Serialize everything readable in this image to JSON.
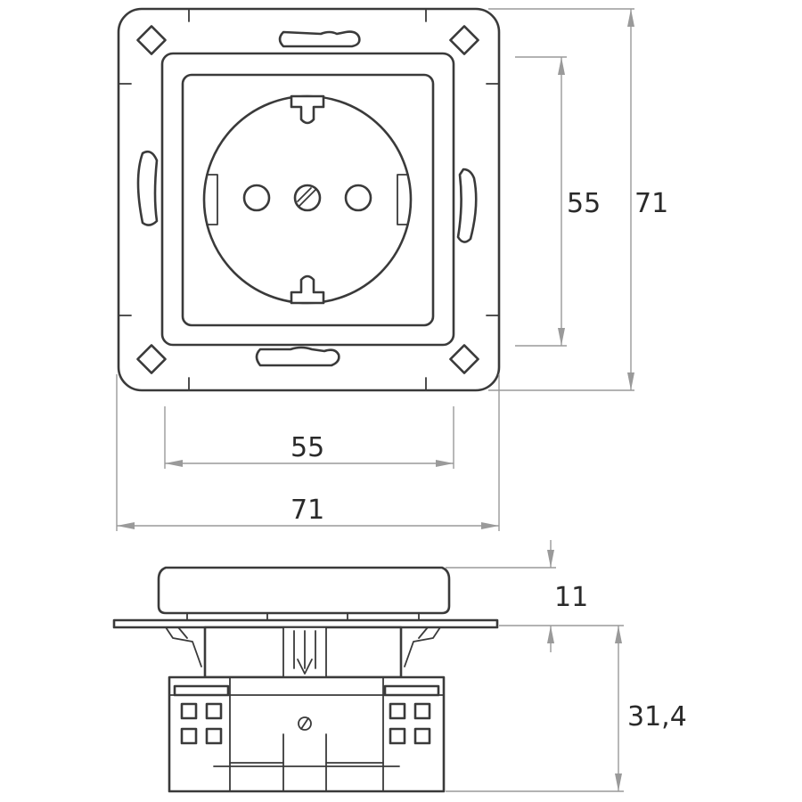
{
  "dimensions": {
    "plate_inner_height": "55",
    "plate_outer_height": "71",
    "plate_inner_width": "55",
    "plate_outer_width": "71",
    "cover_depth": "11",
    "body_depth": "31,4"
  },
  "colors": {
    "line": "#3a3a3a",
    "dimension_line": "#9a9a9a",
    "background": "#ffffff"
  }
}
